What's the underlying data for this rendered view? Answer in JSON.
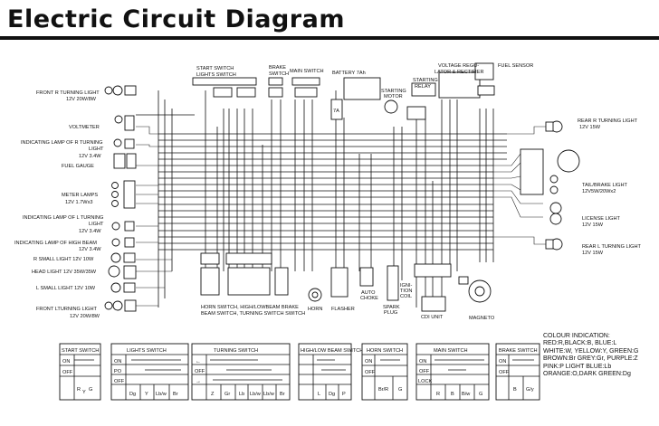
{
  "title": "Electric Circuit Diagram",
  "components": {
    "front_r_turn": "FRONT R TURNING LIGHT",
    "front_r_turn_spec": "12V 20W/8W",
    "voltmeter": "VOLTMETER",
    "ind_r_turn": "INDICATING LAMP OF R TURNING",
    "ind_r_turn_2": "LIGHT",
    "ind_r_turn_spec": "12V 3.4W",
    "fuel_gauge": "FUEL GAUGE",
    "meter_lamps": "METER LAMPS",
    "meter_lamps_spec": "12V 1.7Wx3",
    "ind_l_turn": "INDICATING LAMP OF L TURNING",
    "ind_l_turn_2": "LIGHT",
    "ind_l_turn_spec": "12V 3.4W",
    "ind_high_beam": "INDICATING LAMP OF HIGH BEAM",
    "ind_high_beam_spec": "12V 3.4W",
    "r_small": "R SMALL LIGHT 12V 10W",
    "head_light": "HEAD LIGHT 12V 35W/35W",
    "l_small": "L SMALL LIGHT 12V 10W",
    "front_l_turn": "FRONT LTURNING LIGHT",
    "front_l_turn_spec": "12V 20W/8W",
    "start_switch_top": "START SWITCH",
    "lights_switch_top": "LIGHTS SWITCH",
    "brake_switch_top": "BRAKE",
    "brake_switch_top2": "SWITCH",
    "main_switch_top": "MAIN SWITCH",
    "battery": "BATTERY 7Ah",
    "starting_motor": "STARTING",
    "starting_motor2": "MOTOR",
    "starting_relay": "STARTING",
    "starting_relay2": "RELAY",
    "voltage_reg": "VOLTAGE REGU-",
    "voltage_reg2": "LATOR & RECTIFIER",
    "fuel_sensor": "FUEL SENSOR",
    "rear_r_turn": "REAR R TURNING LIGHT",
    "rear_r_turn_spec": "12V 15W",
    "tail_brake": "TAIL/BRAKE LIGHT",
    "tail_brake_spec": "12V5W/20Wx2",
    "license": "LICENSE LIGHT",
    "license_spec": "12V 15W",
    "rear_l_turn": "REAR L TURNING LIGHT",
    "rear_l_turn_spec": "12V 15W",
    "horn_switch_b": "HORN SWITCH, HIGH/LOWBEAM BRAKE",
    "horn_switch_b2": "BEAM SWITCH, TURNING SWITCH  SWITCH",
    "horn": "HORN",
    "flasher": "FLASHER",
    "auto_choke": "AUTO",
    "auto_choke2": "CHOKE",
    "spark_plug": "SPARK",
    "spark_plug2": "PLUG",
    "ignition_coil": "IGNI-",
    "ignition_coil2": "TION",
    "ignition_coil3": "COIL",
    "cdi": "CDI UNIT",
    "magneto": "MAGNETO",
    "fuse": "7A"
  },
  "colour_indication": {
    "heading": "COLOUR INDICATION:",
    "lines": [
      "RED:R,BLACK:B, BLUE:L",
      "WHITE:W, YELLOW:Y, GREEN:G",
      "BROWN:Br  GREY:Gr, PURPLE:Z",
      "PINK:P LIGHT BLUE:Lb",
      "ORANGE:O,DARK GREEN:Dg"
    ]
  },
  "switch_tables": {
    "start": {
      "title": "START SWITCH",
      "rows": [
        "ON",
        "OFF"
      ],
      "cols": [
        "R",
        "Y",
        "G"
      ]
    },
    "lights": {
      "title": "LIGHTS SWITCH",
      "rows": [
        "ON",
        "PO",
        "OFF"
      ],
      "cols": [
        "Dg",
        "Y",
        "Lb/w",
        "Br"
      ]
    },
    "turning": {
      "title": "TURNING SWITCH",
      "rows": [
        "←",
        "OFF",
        "→"
      ],
      "cols": [
        "Z",
        "Gr",
        "Lb",
        "Lb/w",
        "Lb/w",
        "Br"
      ]
    },
    "highlow": {
      "title": "HIGH/LOW BEAM SWITCH",
      "rows": [
        "",
        "",
        ""
      ],
      "cols": [
        "L",
        "Dg",
        "P"
      ]
    },
    "horn": {
      "title": "HORN SWITCH",
      "rows": [
        "ON",
        "OFF"
      ],
      "cols": [
        "Br/R",
        "G"
      ]
    },
    "main": {
      "title": "MAIN SWITCH",
      "rows": [
        "ON",
        "OFF",
        "LOCK"
      ],
      "cols": [
        "R",
        "B",
        "B/w",
        "G"
      ]
    },
    "brake": {
      "title": "BRAKE SWITCH",
      "rows": [
        "ON",
        "OFF"
      ],
      "cols": [
        "B",
        "G/y"
      ]
    }
  }
}
